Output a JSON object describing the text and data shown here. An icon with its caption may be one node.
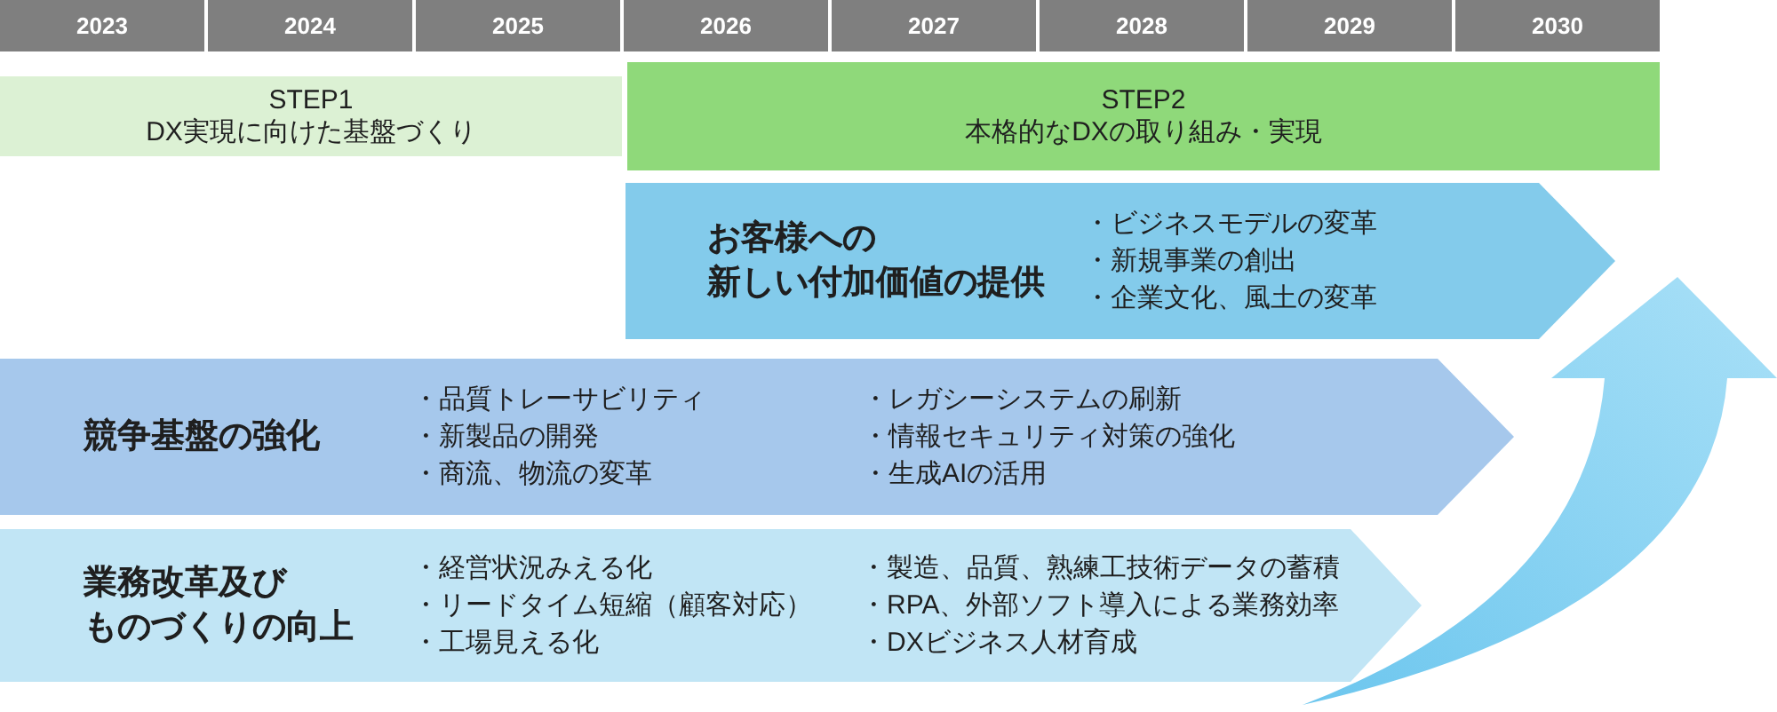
{
  "diagram": {
    "nodes": [
      {
        "text": [
          "2023"
        ]
      },
      {
        "text": [
          "2024"
        ]
      },
      {
        "text": [
          "2025"
        ]
      },
      {
        "text": [
          "2026"
        ]
      },
      {
        "text": [
          "2027"
        ]
      },
      {
        "text": [
          "2028"
        ]
      },
      {
        "text": [
          "2029"
        ]
      },
      {
        "text": [
          "2030"
        ]
      },
      {
        "text": [
          "STEP1",
          "DX実現に向けた基盤づくり"
        ]
      },
      {
        "text": [
          "STEP2",
          "本格的なDXの取り組み・実現"
        ]
      },
      {
        "text": [
          "お客様への新しい付加価値の提供",
          "・ビジネスモデルの変革",
          "・新規事業の創出",
          "・企業文化、風土の変革"
        ]
      },
      {
        "text": [
          "競争基盤の強化",
          "・品質トレーサビリティ",
          "・新製品の開発",
          "・商流、物流の変革",
          "・レガシーシステムの刷新",
          "・情報セキュリティ対策の強化",
          "・生成AIの活用"
        ]
      },
      {
        "text": [
          "業務改革及びものづくりの向上",
          "・経営状況みえる化",
          "・リードタイム短縮（顧客対応）",
          "・工場見える化",
          "・製造、品質、熟練工技術データの蓄積",
          "・RPA、外部ソフト導入による業務効率",
          "・DXビジネス人材育成"
        ]
      }
    ]
  }
}
